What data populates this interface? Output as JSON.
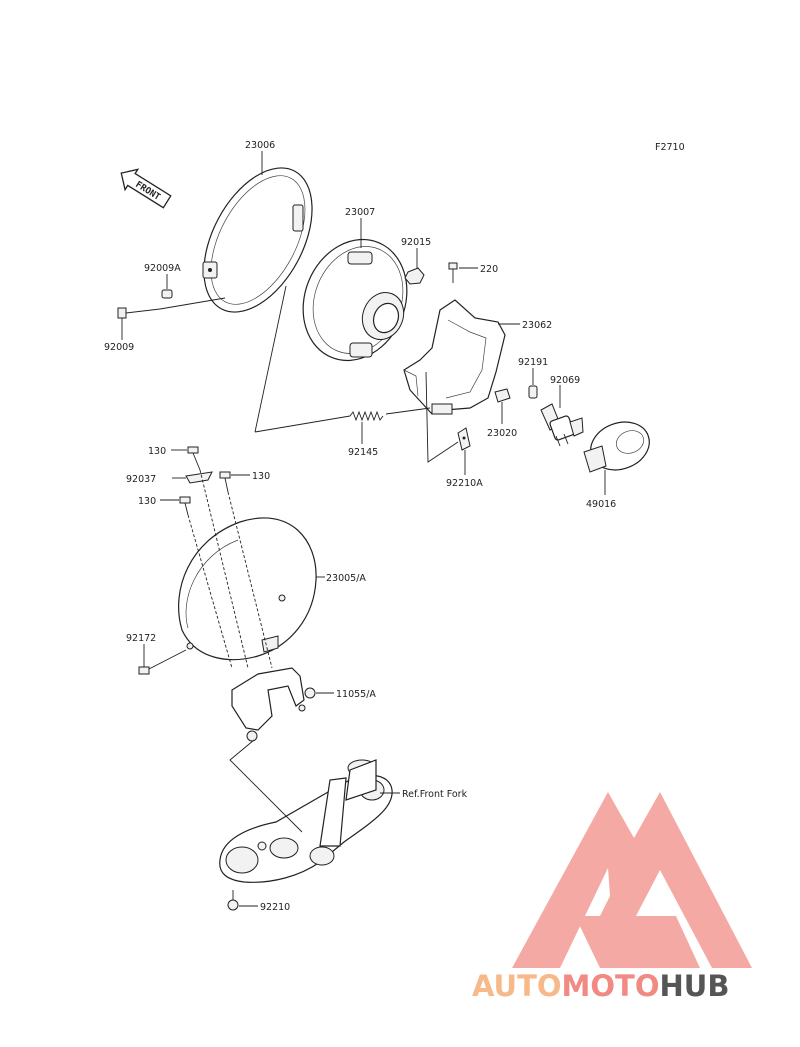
{
  "diagram_code": "F2710",
  "front_arrow_label": "FRONT",
  "parts": [
    {
      "id": "p23006",
      "label": "23006"
    },
    {
      "id": "p23007",
      "label": "23007"
    },
    {
      "id": "p92015",
      "label": "92015"
    },
    {
      "id": "p220",
      "label": "220"
    },
    {
      "id": "p23062",
      "label": "23062"
    },
    {
      "id": "p92009A",
      "label": "92009A"
    },
    {
      "id": "p92009",
      "label": "92009"
    },
    {
      "id": "p92191",
      "label": "92191"
    },
    {
      "id": "p92069",
      "label": "92069"
    },
    {
      "id": "p92145",
      "label": "92145"
    },
    {
      "id": "p23020",
      "label": "23020"
    },
    {
      "id": "p92210A",
      "label": "92210A"
    },
    {
      "id": "p49016",
      "label": "49016"
    },
    {
      "id": "p130a",
      "label": "130"
    },
    {
      "id": "p130b",
      "label": "130"
    },
    {
      "id": "p130c",
      "label": "130"
    },
    {
      "id": "p92037",
      "label": "92037"
    },
    {
      "id": "p23005A",
      "label": "23005/A"
    },
    {
      "id": "p92172",
      "label": "92172"
    },
    {
      "id": "p11055A",
      "label": "11055/A"
    },
    {
      "id": "pRefFork",
      "label": "Ref.Front Fork"
    },
    {
      "id": "p92210",
      "label": "92210"
    }
  ],
  "watermark": {
    "word_auto": "AUTO",
    "word_moto": "MOTO",
    "word_hub": "HUB",
    "colors": {
      "auto": "#f7b98a",
      "moto": "#f08a82",
      "hub": "#555555",
      "mark": "#f39a94"
    }
  }
}
